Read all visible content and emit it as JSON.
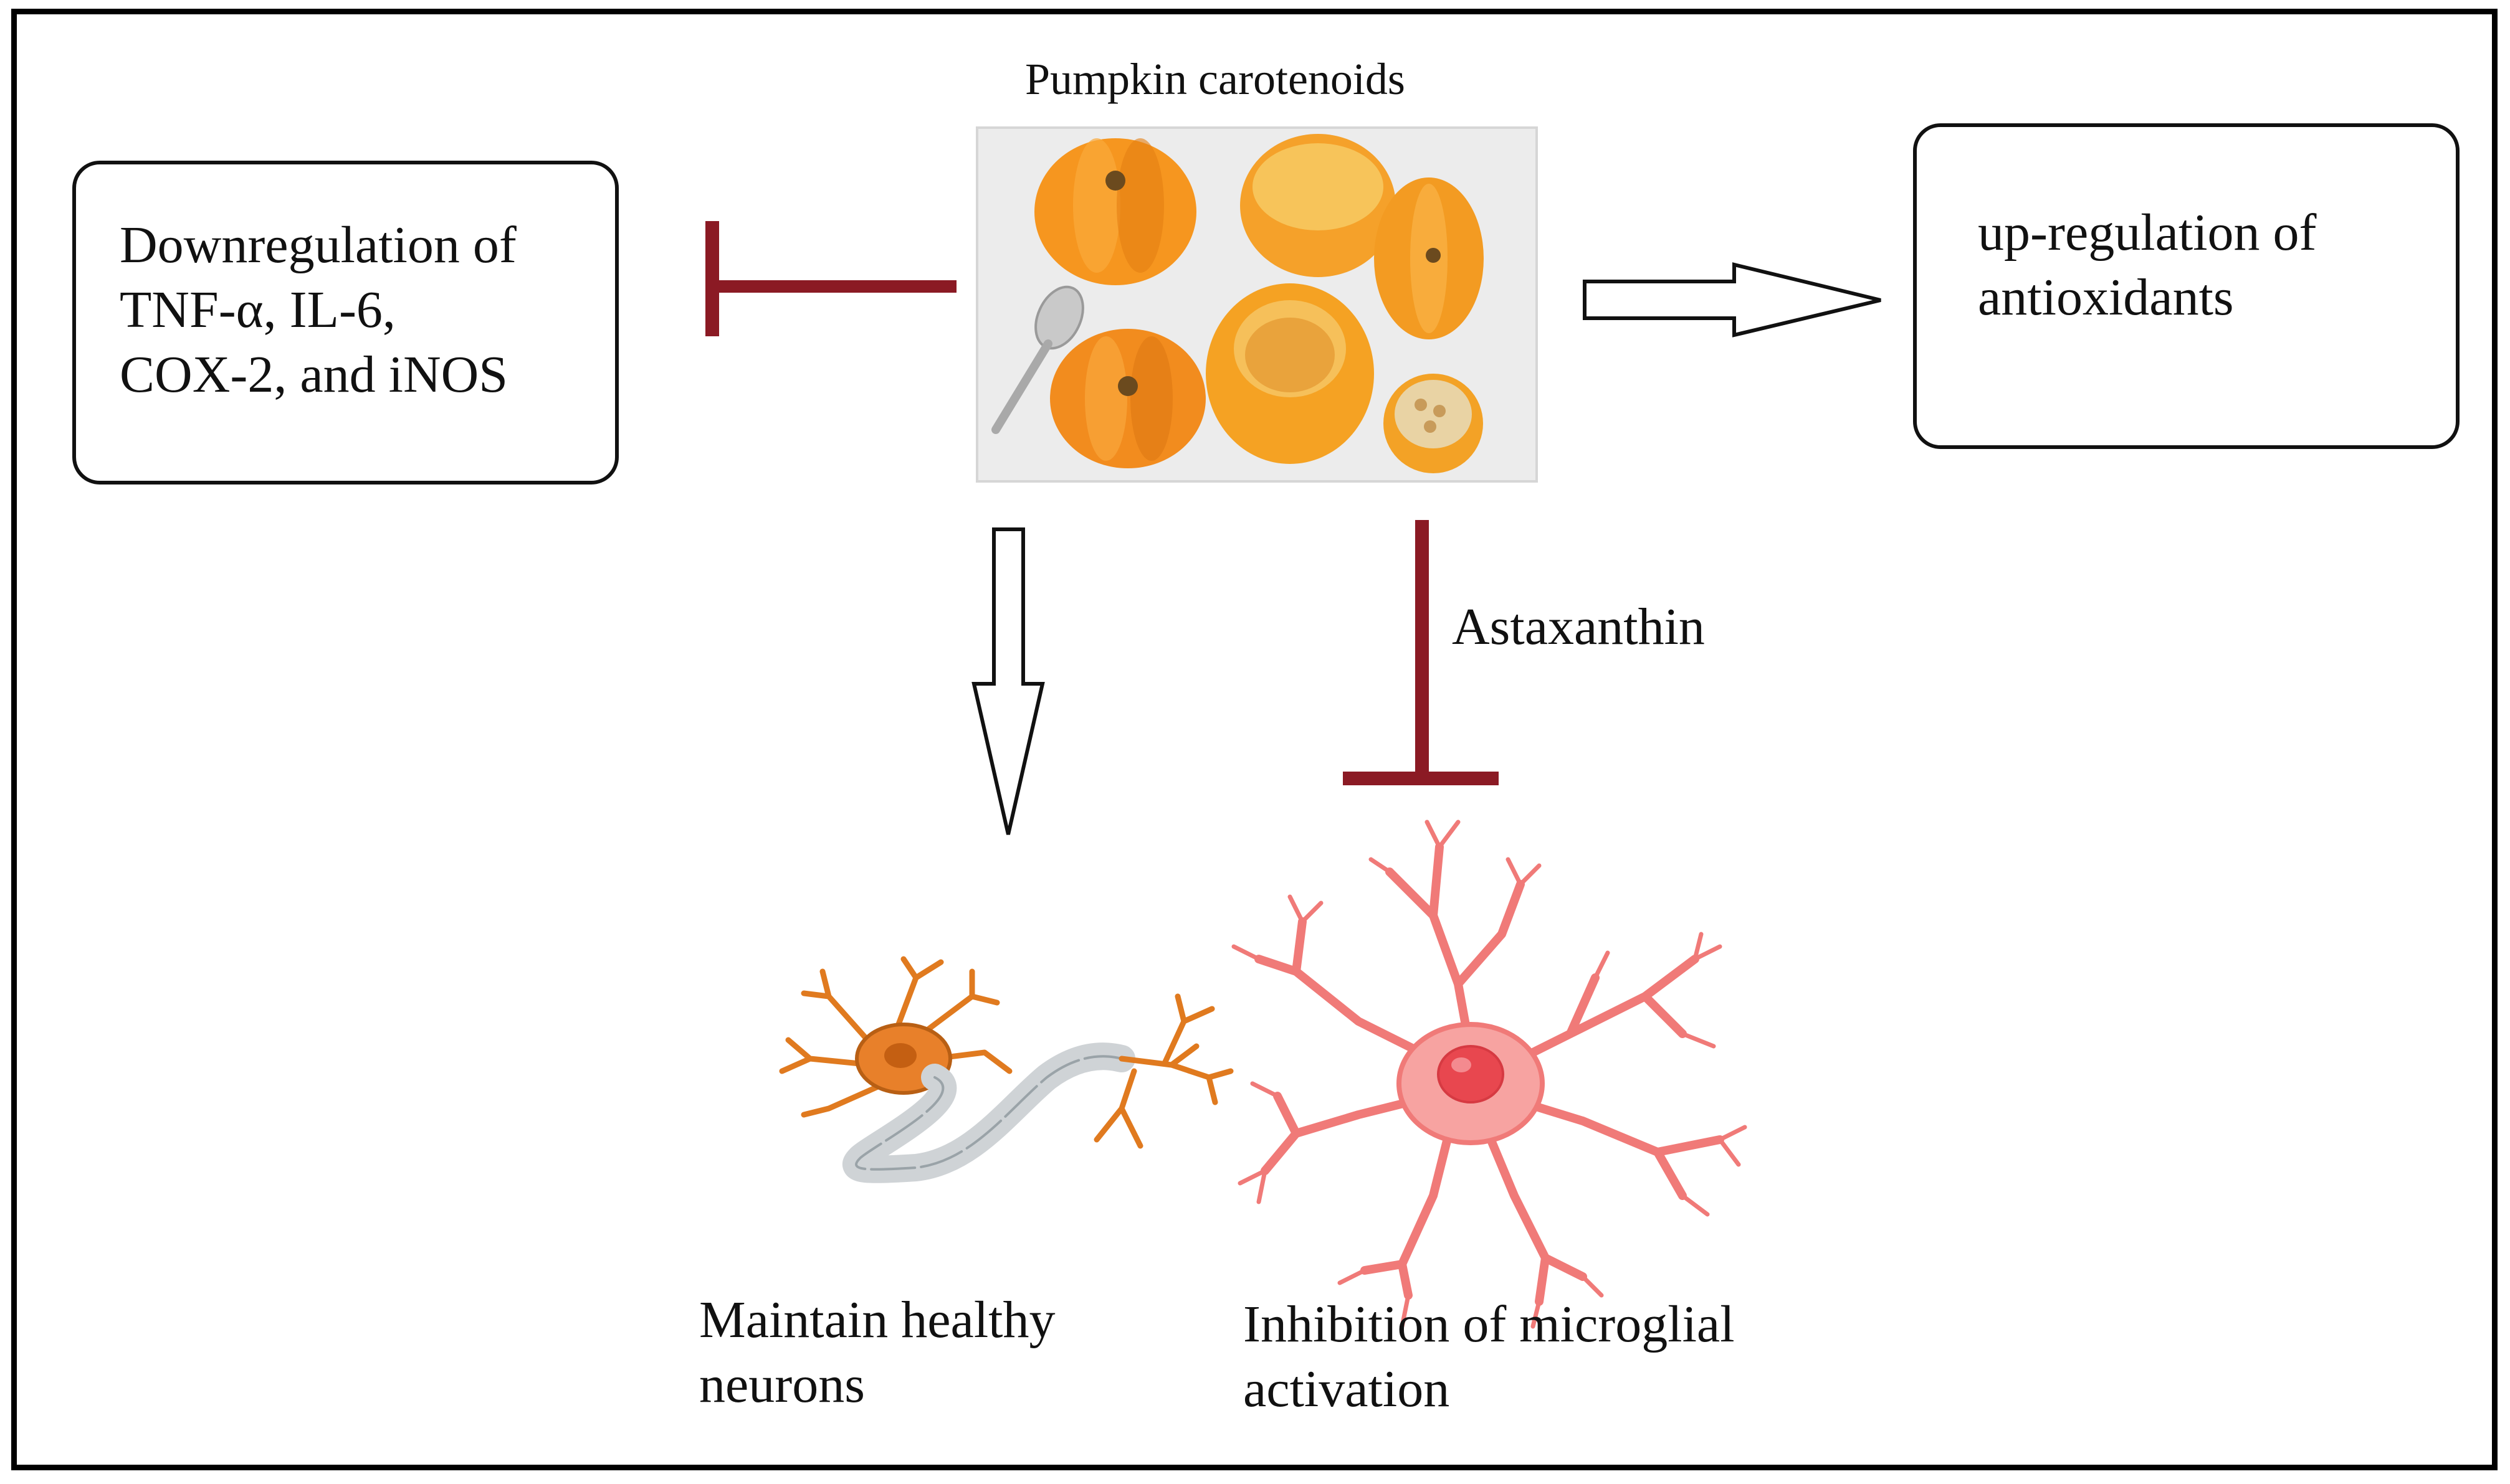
{
  "title": "Pumpkin carotenoids",
  "left_box": {
    "text": "Downregulation of\nTNF-α, IL-6,\nCOX-2, and iNOS"
  },
  "right_box": {
    "text": "up-regulation of\nantioxidants"
  },
  "inhibitor_label": "Astaxanthin",
  "neuron_label": "Maintain healthy\nneurons",
  "microglia_label": "Inhibition of microglial\nactivation",
  "colors": {
    "inhibit": "#8b1a24",
    "pumpkin": "#f28c1e",
    "neuron": "#e07a1f",
    "microglia": "#f07a78",
    "nucleus": "#e8474f"
  },
  "icons": [
    "pumpkin-photo",
    "neuron-illustration",
    "microglia-illustration"
  ]
}
